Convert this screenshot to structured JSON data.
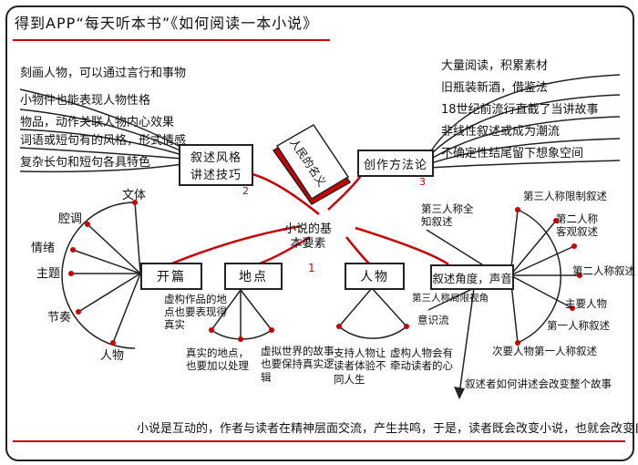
{
  "title": "得到APP“每天听本书”《如何阅读一本小说》",
  "center": {
    "book_title": "人民的名义",
    "label": "小说的基本要素",
    "number": "1"
  },
  "top_left": {
    "header_lines": [
      "叙述风格",
      "讲述技巧"
    ],
    "number": "2",
    "items": [
      "刻画人物，可以通过言行和事物",
      "小物件也能表现人物性格",
      "物品，动作关联人物内心效果",
      "词语或短句有的风格，形式情感",
      "复杂长句和短句各具特色"
    ]
  },
  "top_right": {
    "header": "创作方法论",
    "number": "3",
    "items": [
      "大量阅读，积累素材",
      "旧瓶装新酒，借鉴法",
      "18世纪前流行直截了当讲故事",
      "非线性叙述或成为潮流",
      "不确定性结尾留下想象空间"
    ]
  },
  "kaipian": {
    "label": "开篇",
    "spokes": [
      "文体",
      "腔调",
      "情绪",
      "主题",
      "节奏",
      "人物"
    ]
  },
  "didian": {
    "label": "地点",
    "items": [
      "虚构作品的地点也要表现得真实",
      "真实的地点，也要加以处理",
      "虚拟世界的故事也要保持真实逻辑"
    ]
  },
  "renwu": {
    "label": "人物",
    "items": [
      "支持人物让读者体验不同人生",
      "虚构人物会有牵动读者的心"
    ]
  },
  "narrative": {
    "label": "叙述角度，声音",
    "items": [
      "第三人称全知叙述",
      "第三人称限制叙述",
      "第二人称客观叙述",
      "第二人称叙述",
      "主要人物",
      "第一人称叙述",
      "次要人物第一人称叙述",
      "叙述者如何讲述会改变整个故事",
      "第三人称局限视角",
      "意识流"
    ]
  },
  "footer": "小说是互动的，作者与读者在精神层面交流，产生共鸣，于是，读者既会改变小说，也就会改变自己！",
  "colors": {
    "accent": "#cc0000",
    "ink": "#111111"
  }
}
